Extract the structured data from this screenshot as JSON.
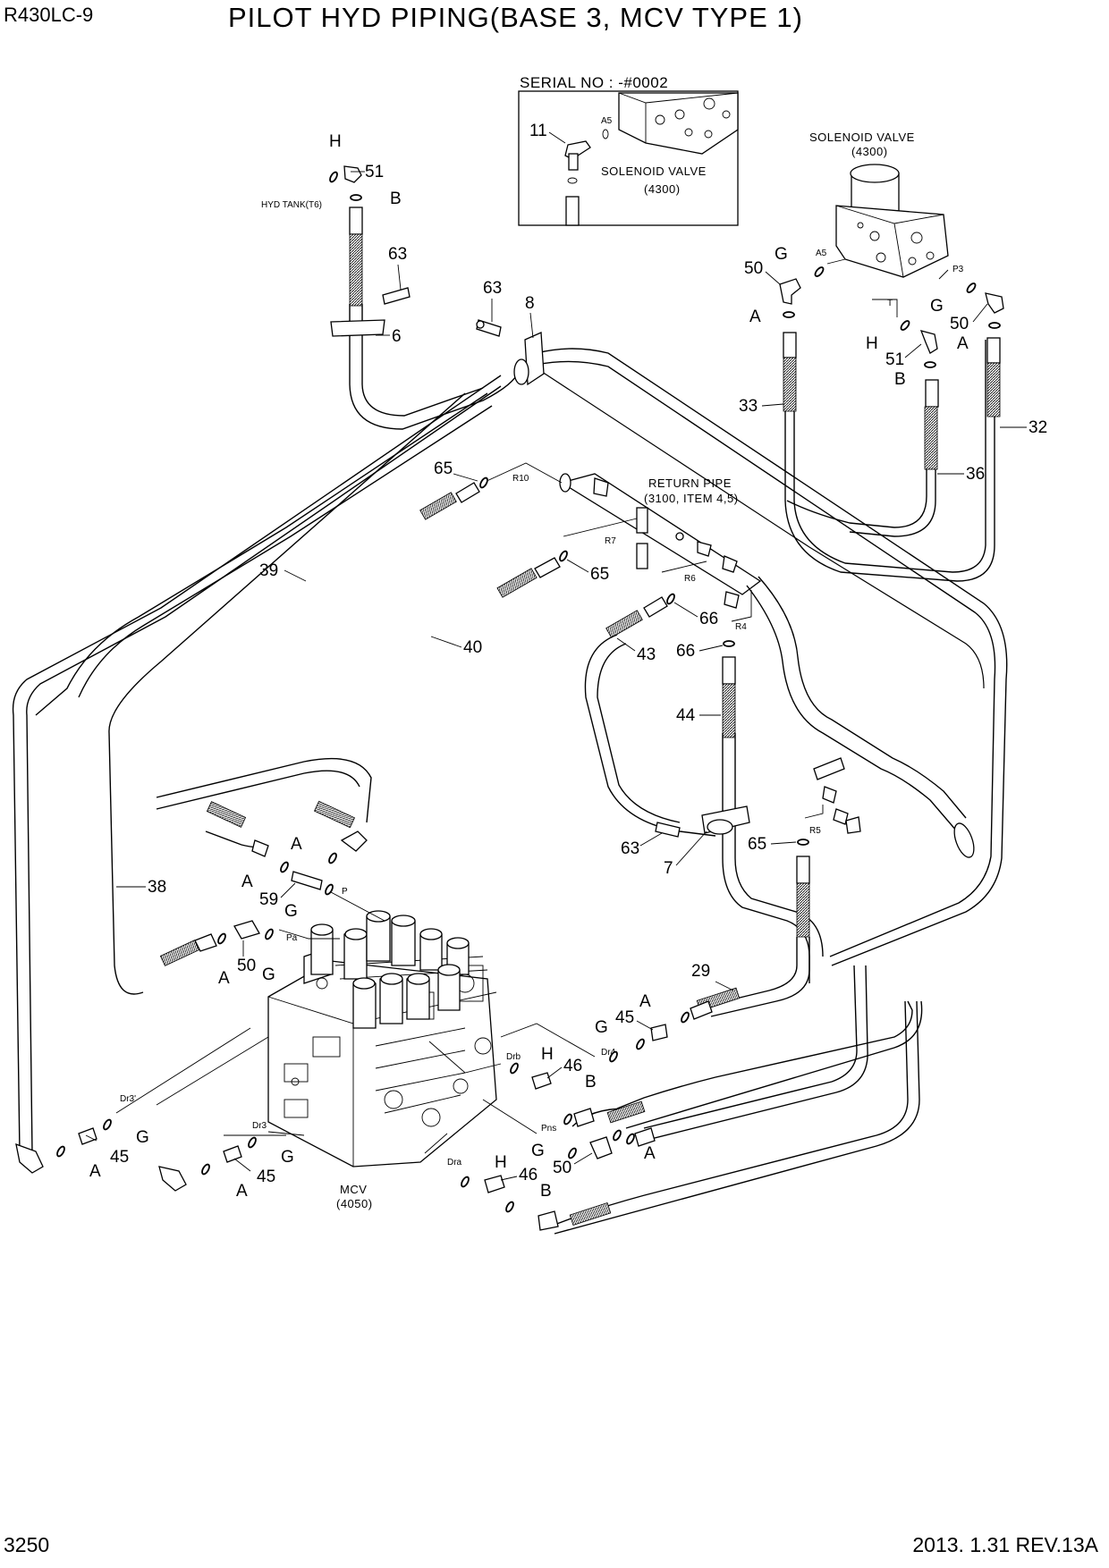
{
  "header": {
    "model": "R430LC-9",
    "title": "PILOT HYD PIPING(BASE 3, MCV TYPE 1)"
  },
  "footer": {
    "page_number": "3250",
    "date_rev": "2013. 1.31  REV.13A"
  },
  "inset": {
    "serial": "SERIAL NO : -#0002",
    "valve_name": "SOLENOID VALVE",
    "valve_ref": "(4300)",
    "port": "A5",
    "callout": "11"
  },
  "solenoid": {
    "name": "SOLENOID VALVE",
    "ref": "(4300)",
    "ports": [
      "A5",
      "P3",
      "T"
    ]
  },
  "hyd_tank": "HYD TANK(T6)",
  "return_pipe": {
    "name": "RETURN PIPE",
    "ref": "(3100, ITEM 4,5)",
    "ports": [
      "R10",
      "R7",
      "R6",
      "R4",
      "R5"
    ]
  },
  "mcv": {
    "name": "MCV",
    "ref": "(4050)",
    "ports": [
      "P",
      "Pa",
      "Dr3'",
      "Dr3",
      "Drb",
      "Dr4",
      "Pns",
      "Dra"
    ]
  },
  "callouts": {
    "c51a": "51",
    "c63a": "63",
    "c6": "6",
    "c63b": "63",
    "c8": "8",
    "c50a": "50",
    "c50b": "50",
    "c51b": "51",
    "c33": "33",
    "c32": "32",
    "c36": "36",
    "c65a": "65",
    "c65b": "65",
    "c39": "39",
    "c40": "40",
    "c66a": "66",
    "c66b": "66",
    "c43": "43",
    "c44": "44",
    "c63c": "63",
    "c7": "7",
    "c65c": "65",
    "c38": "38",
    "c59": "59",
    "c50c": "50",
    "c29": "29",
    "c45a": "45",
    "c45b": "45",
    "c45c": "45",
    "c46a": "46",
    "c46b": "46",
    "c50d": "50"
  },
  "letters": {
    "H1": "H",
    "B1": "B",
    "G1": "G",
    "A1": "A",
    "G2": "G",
    "A2": "A",
    "H2": "H",
    "B2": "B",
    "A3": "A",
    "A4": "A",
    "G3": "G",
    "A5": "A",
    "G4": "G",
    "A6": "A",
    "G5": "G",
    "H3": "H",
    "B3": "B",
    "G6": "G",
    "A7": "A",
    "G7": "G",
    "A8": "A",
    "G8": "G",
    "A9": "A",
    "H4": "H",
    "B4": "B"
  }
}
